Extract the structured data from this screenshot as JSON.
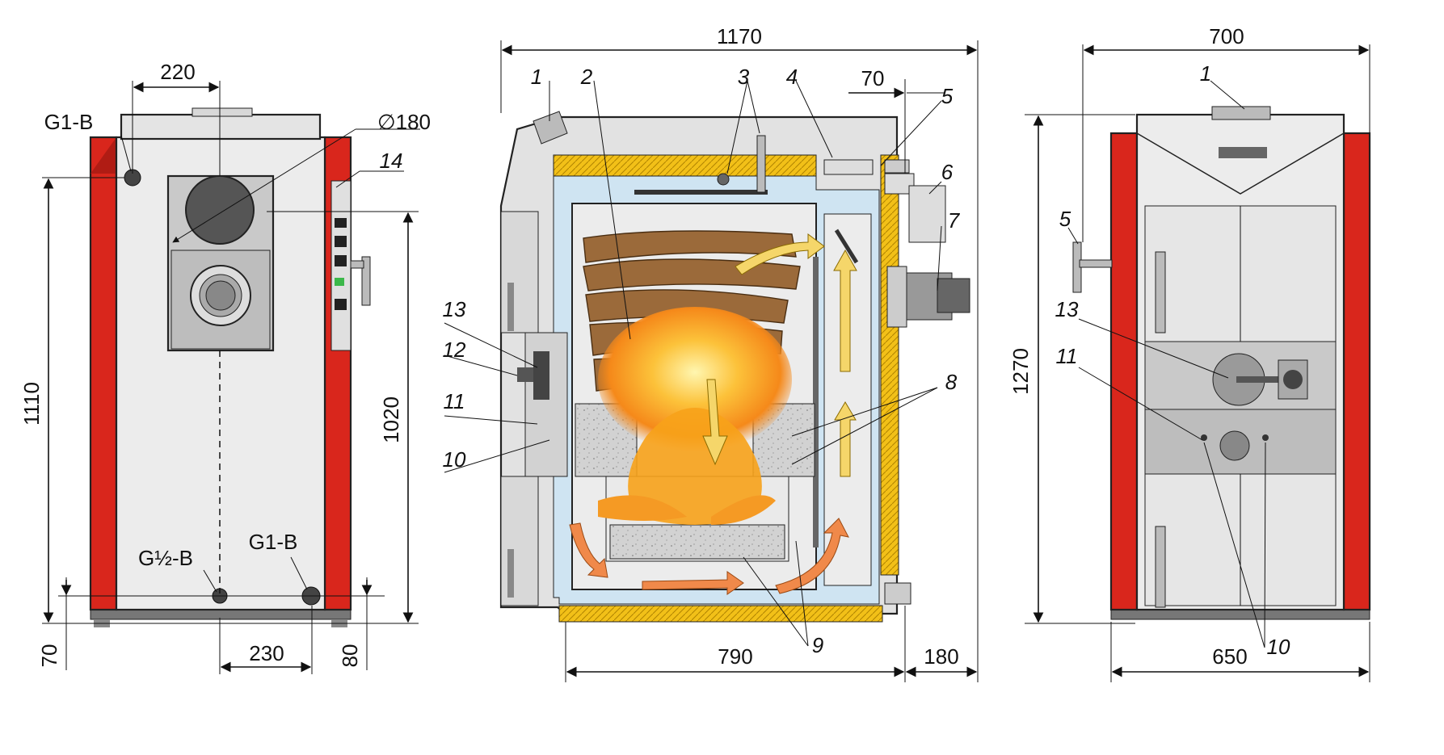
{
  "dimensions": {
    "left_top_offset": "220",
    "left_height_total": "1110",
    "left_height_connection": "1020",
    "left_bottom_offset": "70",
    "left_bottom_width": "230",
    "left_right_offset": "80",
    "flue_diameter": "∅180",
    "center_width": "1170",
    "center_right_offset": "70",
    "center_depth": "790",
    "center_depth_extra": "180",
    "right_width_top": "700",
    "right_width_bottom": "650",
    "right_height": "1270"
  },
  "connections": {
    "top_left": "G1-B",
    "bottom_left": "G½-B",
    "bottom_right": "G1-B"
  },
  "callouts": [
    "1",
    "2",
    "3",
    "4",
    "5",
    "6",
    "7",
    "8",
    "9",
    "10",
    "11",
    "12",
    "13",
    "14"
  ],
  "colors": {
    "side_panel": "#d9261c",
    "body": "#e8e8e8",
    "insulation": "#f2c018",
    "water": "#cfe4f2",
    "flame": "#f7a21a",
    "wood": "#9b6a3a",
    "refractory": "#cfcfcf",
    "arrow_light": "#f5d66a",
    "arrow_orange": "#f0894a"
  }
}
